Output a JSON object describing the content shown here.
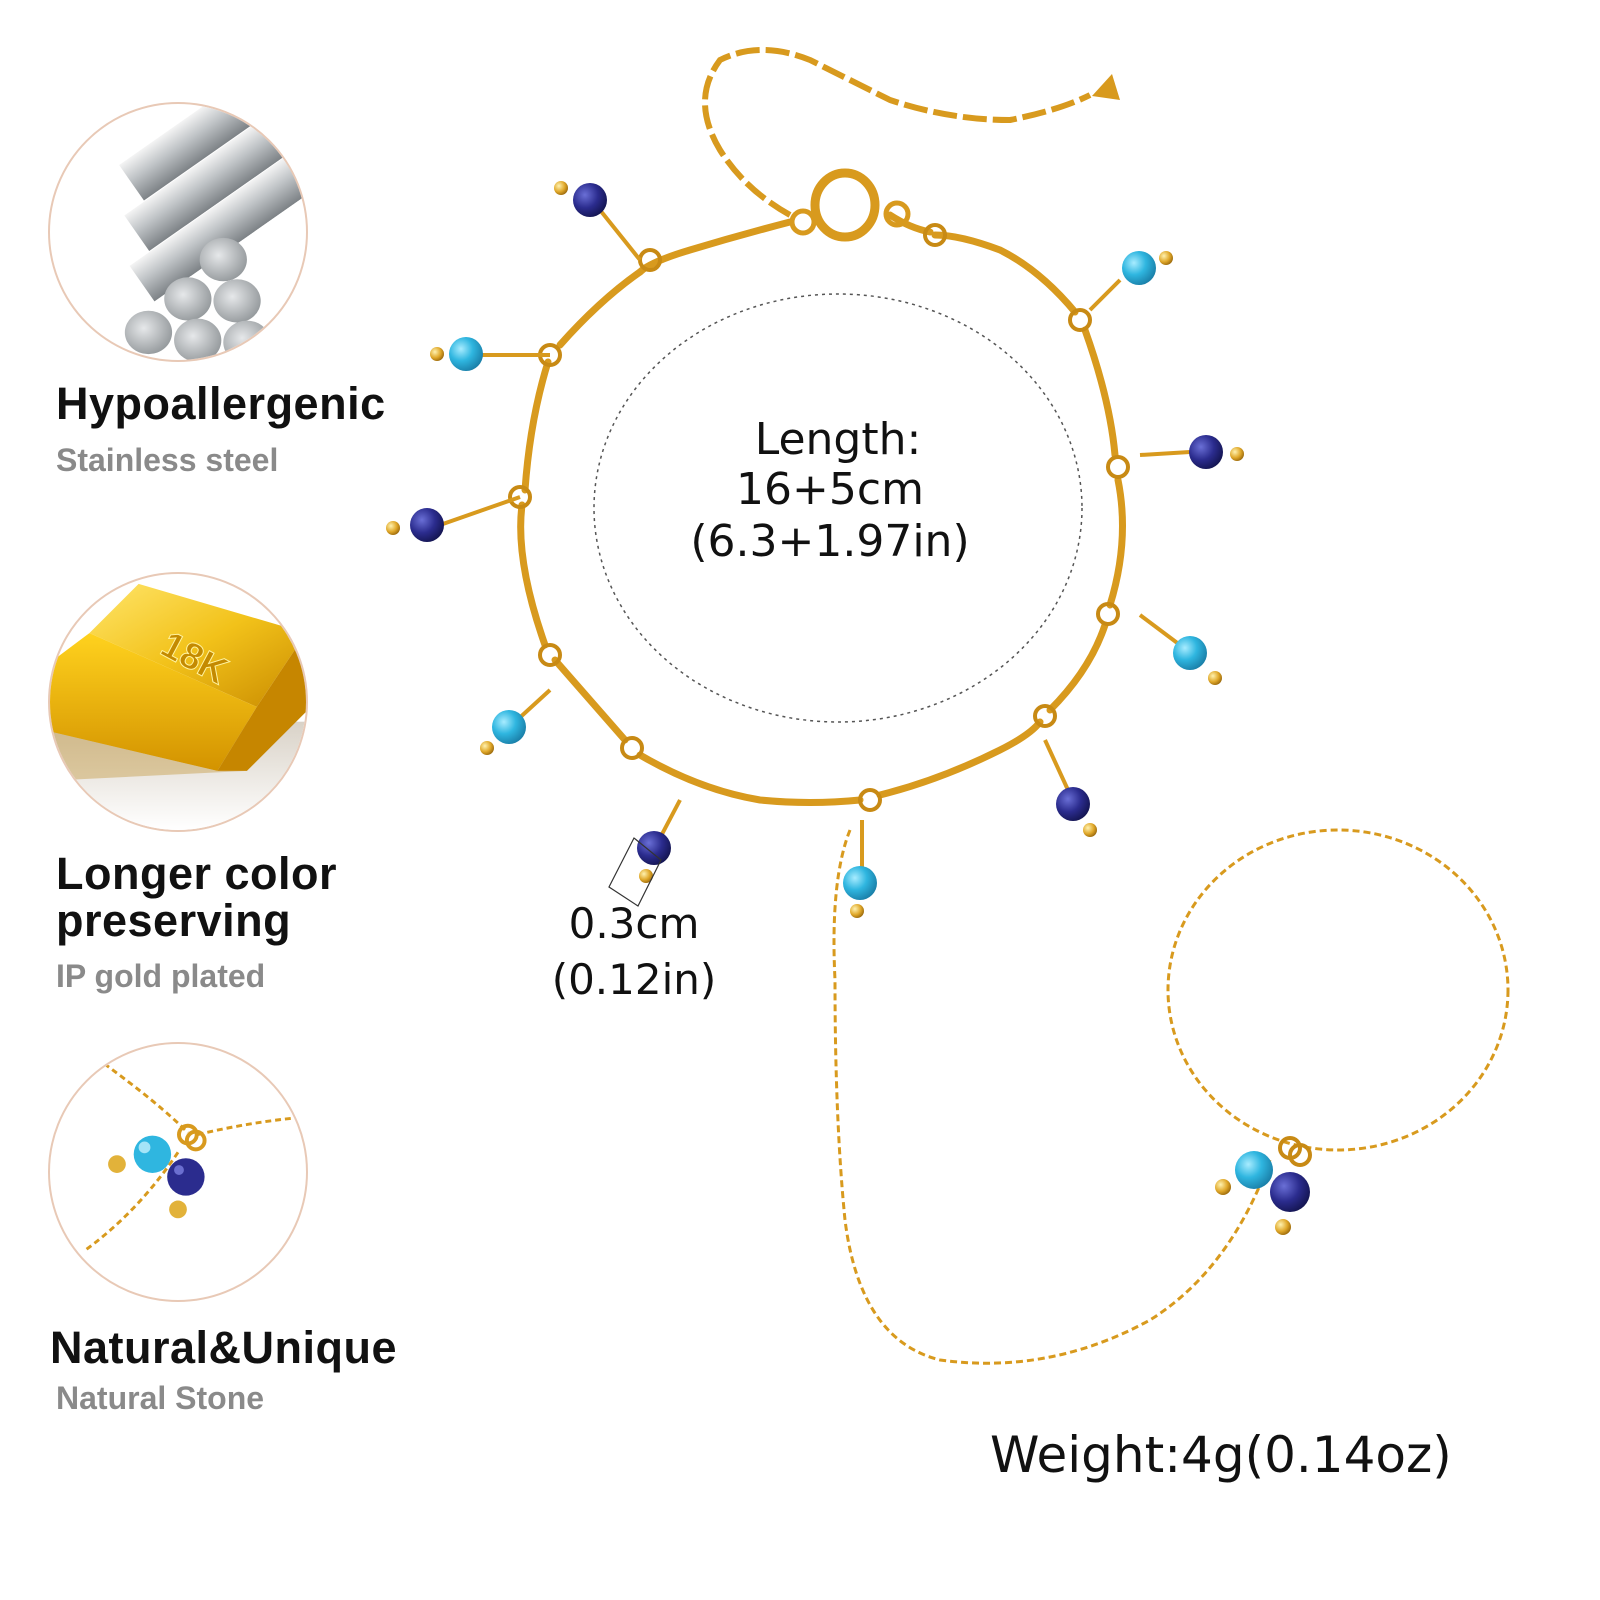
{
  "colors": {
    "gold": "#e0a82a",
    "gold_dark": "#b67d10",
    "turquoise": "#2fb6e0",
    "lapis": "#2b2c8e",
    "circle_border": "#e8c9b6",
    "subtitle_gray": "#8a8a8a"
  },
  "features": [
    {
      "image_icon": "steel-rods-icon",
      "title_lines": [
        "Hypoallergenic"
      ],
      "subtitle": "Stainless steel"
    },
    {
      "image_icon": "gold-bar-icon",
      "bar_engraving": "18K",
      "title_lines": [
        "Longer color",
        "preserving"
      ],
      "subtitle": "IP gold plated"
    },
    {
      "image_icon": "stone-charm-icon",
      "title_lines": [
        "Natural&Unique"
      ],
      "subtitle": "Natural Stone"
    }
  ],
  "dimensions": {
    "length_label": "Length:",
    "length_cm": "16+5cm",
    "length_in": "(6.3+1.97in)",
    "bead_cm": "0.3cm",
    "bead_in": "(0.12in)",
    "weight": "Weight:4g(0.14oz)"
  }
}
